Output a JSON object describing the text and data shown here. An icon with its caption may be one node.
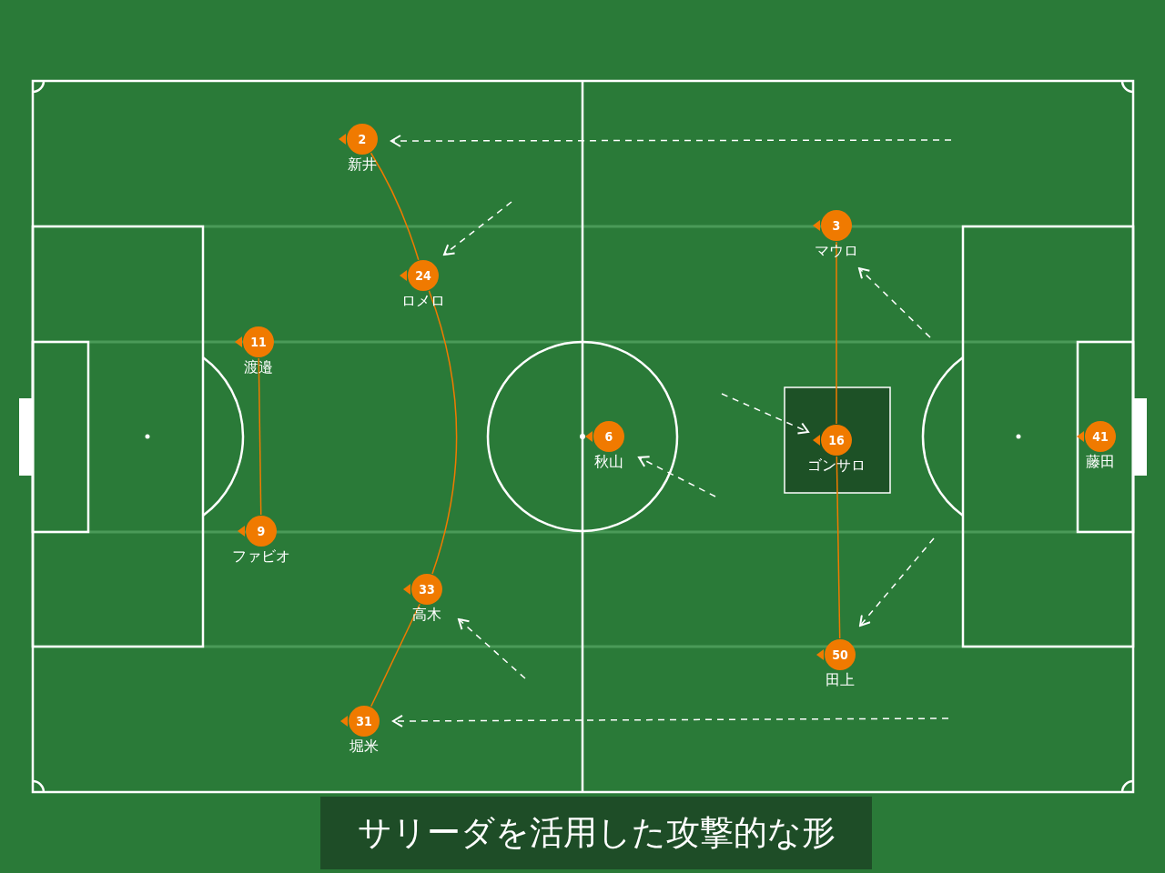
{
  "diagram": {
    "caption": "サリーダを活用した攻撃的な形",
    "nodes": [
      {
        "text": [
          "2",
          "新井"
        ]
      },
      {
        "text": [
          "24",
          "ロメロ"
        ]
      },
      {
        "text": [
          "11",
          "渡邉"
        ]
      },
      {
        "text": [
          "9",
          "ファビオ"
        ]
      },
      {
        "text": [
          "6",
          "秋山"
        ]
      },
      {
        "text": [
          "33",
          "高木"
        ]
      },
      {
        "text": [
          "31",
          "堀米"
        ]
      },
      {
        "text": [
          "3",
          "マウロ"
        ]
      },
      {
        "text": [
          "16",
          "ゴンサロ"
        ]
      },
      {
        "text": [
          "50",
          "田上"
        ]
      },
      {
        "text": [
          "41",
          "藤田"
        ]
      }
    ],
    "edges": [
      {
        "from": 0,
        "to": 1,
        "arrow": "none"
      },
      {
        "from": 1,
        "to": 5,
        "arrow": "none"
      },
      {
        "from": 5,
        "to": 6,
        "arrow": "none"
      },
      {
        "from": 2,
        "to": 3,
        "arrow": "none"
      },
      {
        "from": 7,
        "to": 8,
        "arrow": "none"
      },
      {
        "from": 8,
        "to": 9,
        "arrow": "none"
      }
    ]
  }
}
